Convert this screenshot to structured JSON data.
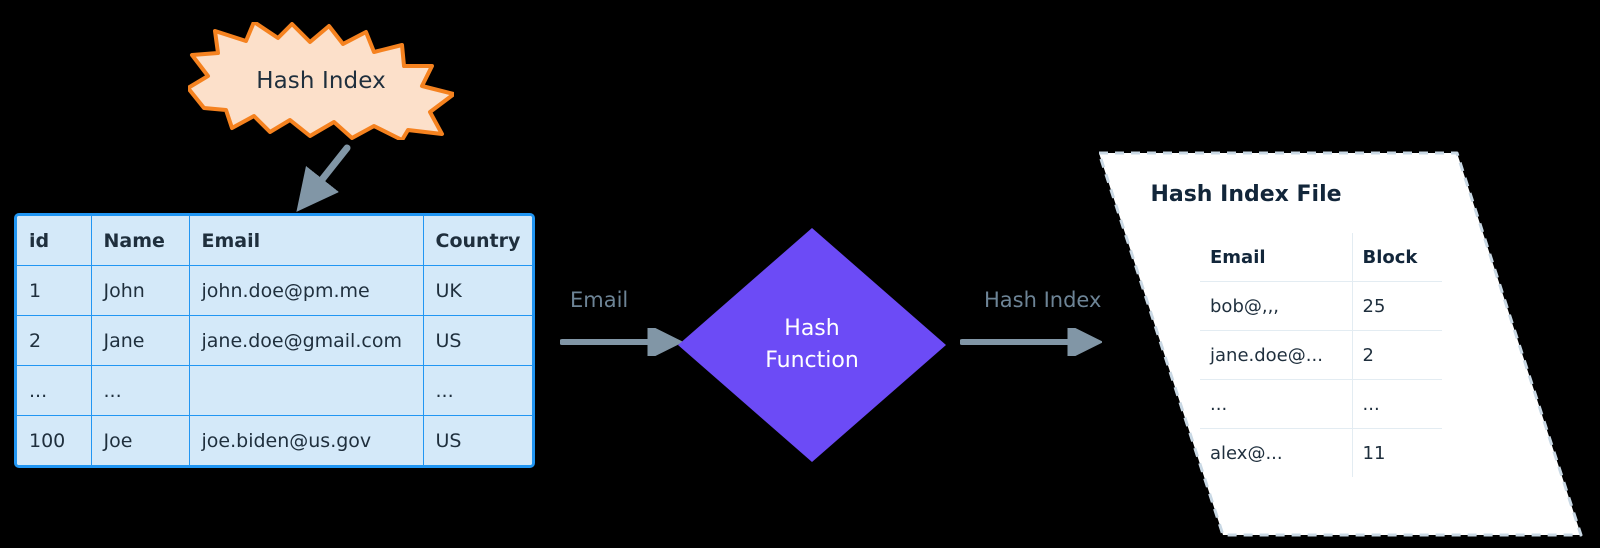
{
  "callout": {
    "label": "Hash Index",
    "fill_color": "#fce0ca",
    "border_color": "#f5821f",
    "text_color": "#1f2f3d",
    "arrow_icon": "callout-pointer-arrow-icon"
  },
  "source_table": {
    "border_color": "#2196f3",
    "cell_fill": "#d4e9f9",
    "text_color": "#1f2f3d",
    "headers": [
      "id",
      "Name",
      "Email",
      "Country"
    ],
    "rows": [
      [
        "1",
        "John",
        "john.doe@pm.me",
        "UK"
      ],
      [
        "2",
        "Jane",
        "jane.doe@gmail.com",
        "US"
      ],
      [
        "...",
        "...",
        "",
        "..."
      ],
      [
        "100",
        "Joe",
        "joe.biden@us.gov",
        "US"
      ]
    ]
  },
  "flow": {
    "input_label": "Email",
    "output_label": "Hash Index",
    "arrow_color": "#8196a6",
    "label_color": "#6d8496"
  },
  "hash_function": {
    "line1": "Hash",
    "line2": "Function",
    "fill_color": "#6c4bf6",
    "text_color": "#ffffff"
  },
  "index_file": {
    "title": "Hash Index File",
    "fill_color": "#ffffff",
    "border_color": "#c9d8e4",
    "title_color": "#12263a",
    "row_divider_color": "#e3ecf2",
    "headers": [
      "Email",
      "Block"
    ],
    "rows": [
      [
        "bob@,,,",
        "25"
      ],
      [
        "jane.doe@...",
        "2"
      ],
      [
        "...",
        "..."
      ],
      [
        "alex@...",
        "11"
      ]
    ]
  }
}
